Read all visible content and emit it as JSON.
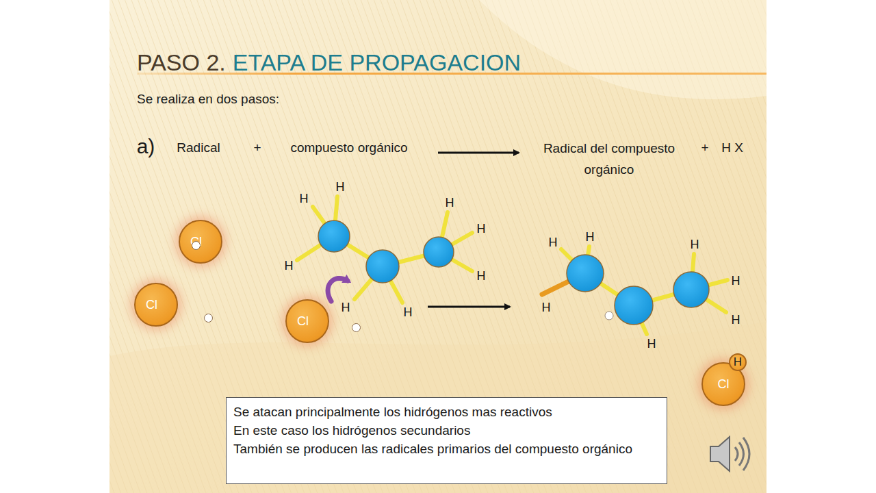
{
  "diagram": {
    "title": "PASO 2.",
    "nodes": [
      {
        "text": [
          "Cl"
        ]
      },
      {
        "text": [
          "Cl"
        ]
      },
      {
        "text": [
          "Cl"
        ]
      },
      {
        "text": [
          "H"
        ]
      },
      {
        "text": [
          "Cl"
        ]
      },
      {
        "text": [
          "Se atacan principalmente los hidrógenos mas reactivos",
          "En este caso los hidrógenos secundarios",
          "También se producen las radicales primarios del compuesto orgánico"
        ]
      }
    ],
    "labels": [
      "ETAPA DE PROPAGACION",
      "Se realiza en dos pasos:",
      "a)",
      "Radical",
      "+",
      "compuesto orgánico",
      "Radical del compuesto orgánico",
      "+",
      "H X",
      "H",
      "H",
      "H",
      "H",
      "H",
      "H",
      "H",
      "H",
      "H",
      "H",
      "H",
      "H",
      "H",
      "H",
      "H"
    ]
  }
}
